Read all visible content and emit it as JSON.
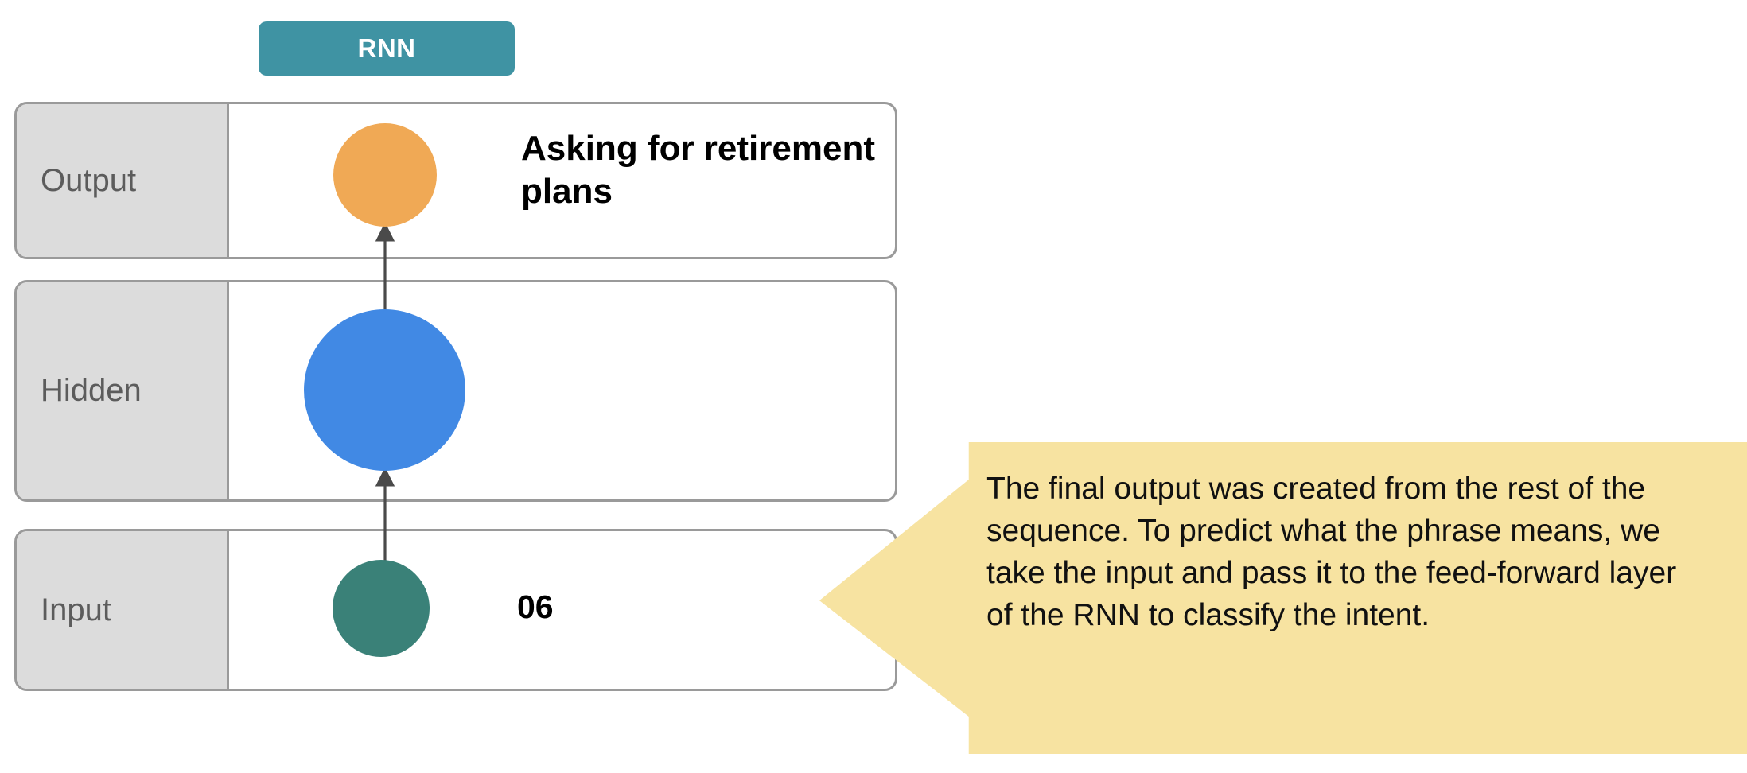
{
  "diagram": {
    "title_badge": {
      "label": "RNN",
      "color": "#3f93a3",
      "text_color": "#ffffff"
    },
    "layers": [
      {
        "key": "output",
        "label": "Output",
        "node_color": "#f0a955",
        "node_name": "output-node",
        "value": "Asking for retirement plans"
      },
      {
        "key": "hidden",
        "label": "Hidden",
        "node_color": "#4189e4",
        "node_name": "hidden-node",
        "value": ""
      },
      {
        "key": "input",
        "label": "Input",
        "node_color": "#3a8178",
        "node_name": "input-node",
        "value": "06"
      }
    ],
    "arrows": [
      {
        "name": "arrow-input-to-hidden",
        "direction": "up",
        "color": "#4a4a4a"
      },
      {
        "name": "arrow-hidden-to-output",
        "direction": "up",
        "color": "#4a4a4a"
      }
    ],
    "callout": {
      "text": "The final output was created from the rest of the sequence. To predict what the phrase means, we take the input and pass it to the feed-forward layer of the RNN to classify the intent.",
      "background_color": "#f7e3a1",
      "text_color": "#111111",
      "pointer_direction": "left"
    },
    "colors": {
      "row_border": "#9a9a9a",
      "label_panel_bg": "#dcdcdc",
      "label_text": "#5c5c5c",
      "canvas_bg": "#ffffff"
    }
  }
}
